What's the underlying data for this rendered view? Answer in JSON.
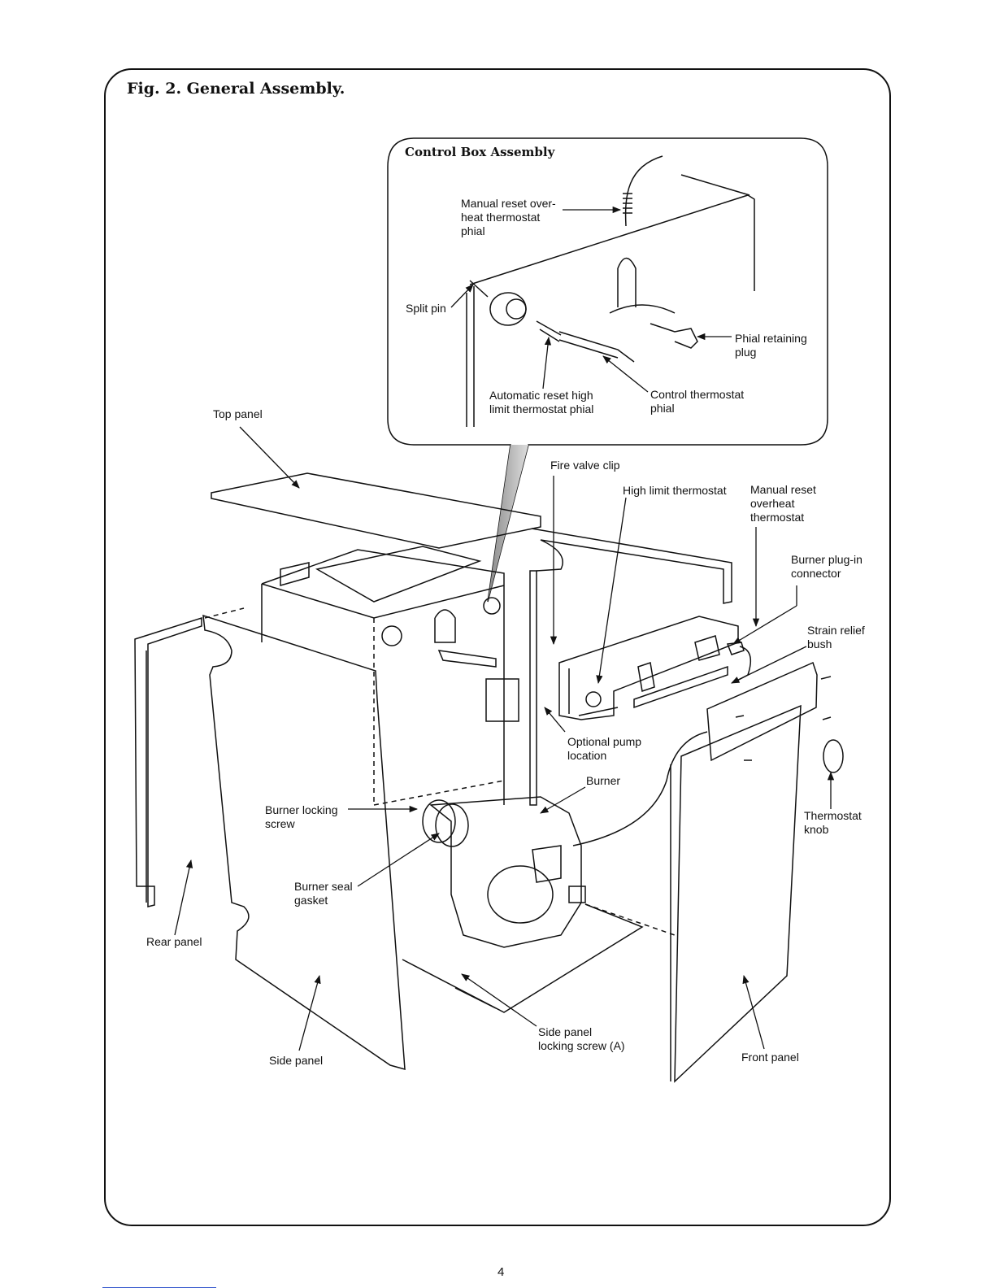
{
  "figure": {
    "title": "Fig. 2. General Assembly."
  },
  "inset": {
    "title": "Control Box Assembly",
    "labels": {
      "manual_reset_phial": "Manual reset over-\nheat thermostat\nphial",
      "split_pin": "Split pin",
      "phial_retaining_plug": "Phial retaining\nplug",
      "auto_reset_phial": "Automatic reset high\nlimit thermostat phial",
      "control_thermostat_phial": "Control thermostat\nphial"
    }
  },
  "labels": {
    "top_panel": "Top panel",
    "fire_valve_clip": "Fire valve clip",
    "high_limit_thermostat": "High limit thermostat",
    "manual_reset_overheat": "Manual reset\noverheat\nthermostat",
    "burner_plugin_connector": "Burner plug-in\nconnector",
    "strain_relief_bush": "Strain relief\nbush",
    "optional_pump_location": "Optional pump\nlocation",
    "burner": "Burner",
    "burner_locking_screw": "Burner locking\nscrew",
    "thermostat_knob": "Thermostat\nknob",
    "burner_seal_gasket": "Burner seal\ngasket",
    "rear_panel": "Rear panel",
    "side_panel": "Side panel",
    "side_panel_locking_screw": "Side panel\nlocking screw (A)",
    "front_panel": "Front panel"
  },
  "page": {
    "number": "4"
  },
  "icons": [
    "arrow-icon",
    "thermostat-knob-icon",
    "screw-icon"
  ]
}
